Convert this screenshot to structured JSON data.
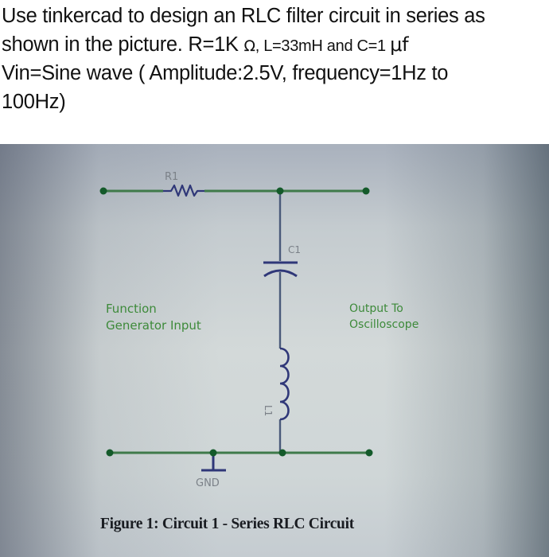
{
  "question": {
    "line1": "Use tinkercad to design an RLC filter circuit in series as",
    "line2_a": "shown in the picture. R=1K ",
    "line2_ohm": "Ω",
    "line2_b": ", L=33mH and C=1 ",
    "line2_mu": "μf",
    "line3": "Vin=Sine wave ( Amplitude:2.5V, frequency=1Hz to",
    "line4": "100Hz)"
  },
  "figure": {
    "components": {
      "resistor": "R1",
      "capacitor": "C1",
      "inductor": "L1",
      "ground": "GND"
    },
    "labels": {
      "input_line1": "Function",
      "input_line2": "Generator Input",
      "output_line1": "Output To",
      "output_line2": "Oscilloscope"
    },
    "caption": "Figure 1: Circuit 1 - Series RLC Circuit",
    "colors": {
      "wire": "#3f7a4a",
      "node": "#145a2a",
      "component": "#2f3778",
      "label_green": "#3d8a3a",
      "label_gray": "#7b8188"
    }
  }
}
